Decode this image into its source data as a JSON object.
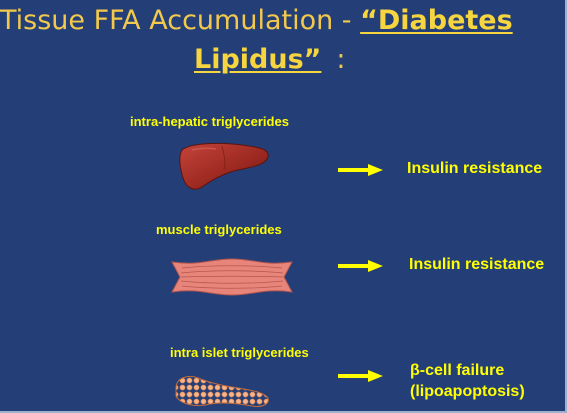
{
  "slide": {
    "title": {
      "prefix": "Tissue FFA Accumulation - ",
      "emphasis_line1": "“Diabetes",
      "emphasis_line2": "Lipidus”",
      "colon": ":"
    },
    "rows": [
      {
        "tissue_label": "intra-hepatic triglycerides",
        "organ_icon": "liver-icon",
        "outcome": "Insulin resistance"
      },
      {
        "tissue_label": "muscle triglycerides",
        "organ_icon": "muscle-icon",
        "outcome": "Insulin resistance"
      },
      {
        "tissue_label": "intra islet triglycerides",
        "organ_icon": "pancreas-icon",
        "outcome_line1": "β-cell failure",
        "outcome_line2": "(lipoapoptosis)"
      }
    ],
    "colors": {
      "background": "#243f78",
      "title": "#f2c94c",
      "text": "#ffff00",
      "arrow": "#ffff00",
      "liver": "#9e2a22",
      "muscle": "#e8857a",
      "pancreas": "#f2a070"
    }
  }
}
